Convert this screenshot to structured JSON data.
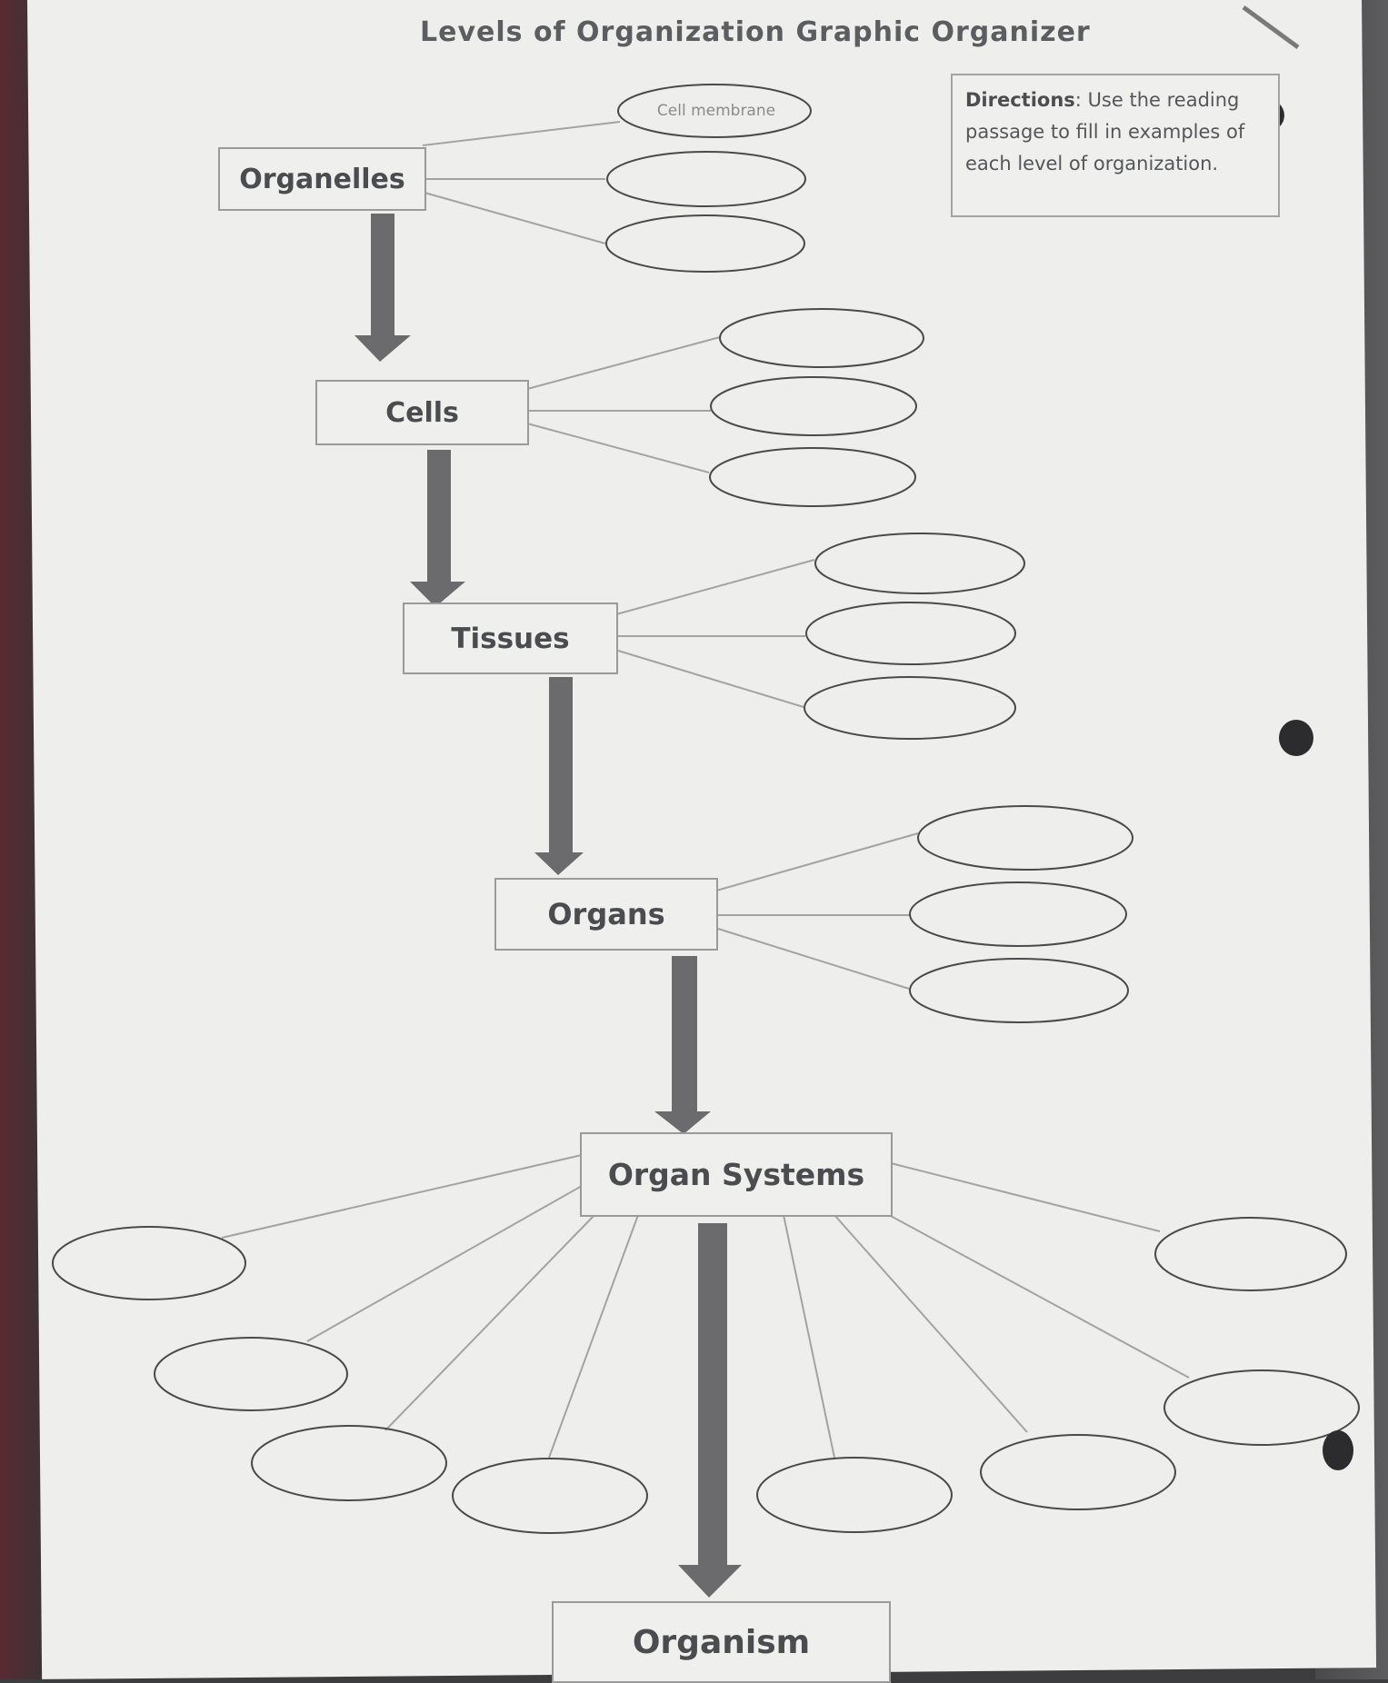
{
  "page": {
    "title": "Levels of Organization Graphic Organizer",
    "directions": {
      "label": "Directions",
      "text": "Use the reading passage to fill in examples of each level of organization."
    }
  },
  "levels": [
    {
      "label": "Organelles",
      "examples": [
        "Cell membrane",
        "",
        ""
      ]
    },
    {
      "label": "Cells",
      "examples": [
        "",
        "",
        ""
      ]
    },
    {
      "label": "Tissues",
      "examples": [
        "",
        "",
        ""
      ]
    },
    {
      "label": "Organs",
      "examples": [
        "",
        "",
        ""
      ]
    },
    {
      "label": "Organ Systems",
      "examples": [
        "",
        "",
        "",
        "",
        "",
        "",
        "",
        "",
        ""
      ]
    },
    {
      "label": "Organism"
    }
  ],
  "colors": {
    "box_border": "#9a9a9a",
    "arrow": "#6b6b6d",
    "line": "#a0a0a0",
    "text": "#4b4c4f"
  }
}
